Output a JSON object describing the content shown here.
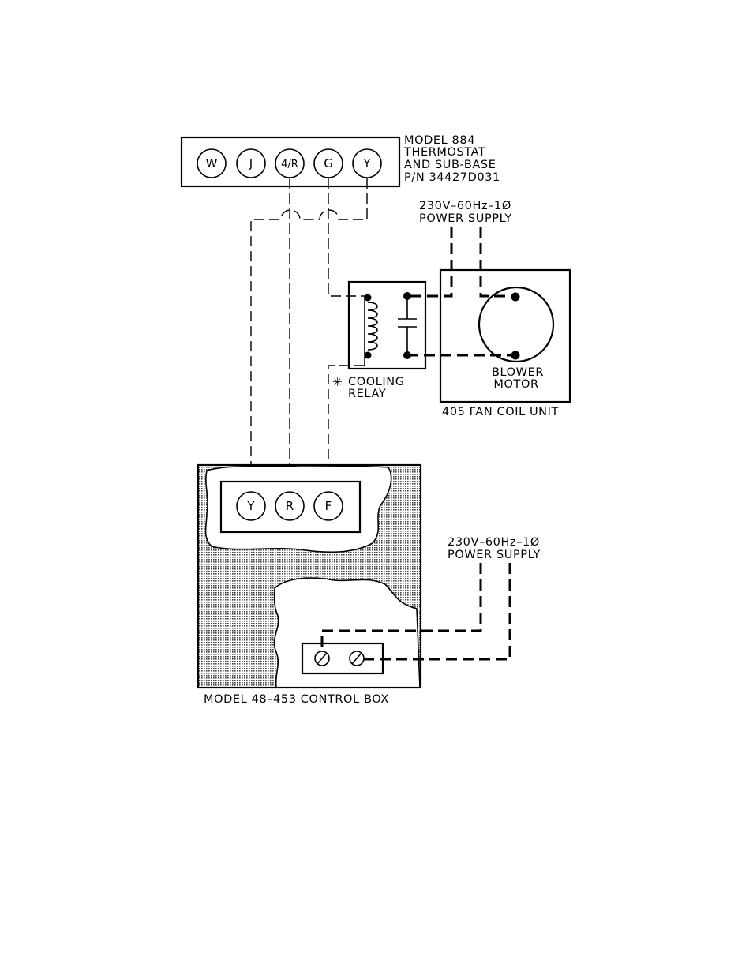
{
  "thermostat": {
    "label_lines": [
      "MODEL 884",
      "THERMOSTAT",
      "AND SUB-BASE",
      "P/N 34427D031"
    ],
    "terminals": [
      "W",
      "J",
      "4/R",
      "G",
      "Y"
    ]
  },
  "fan_coil": {
    "power_supply_lines": [
      "230V–60Hz–1Ø",
      "POWER SUPPLY"
    ],
    "motor_label_lines": [
      "BLOWER",
      "MOTOR"
    ],
    "unit_label": "405 FAN COIL UNIT"
  },
  "relay": {
    "label_lines": [
      "COOLING",
      "RELAY"
    ],
    "asterisk": "✳"
  },
  "control_box": {
    "terminals": [
      "Y",
      "R",
      "F"
    ],
    "power_supply_lines": [
      "230V–60Hz–1Ø",
      "POWER SUPPLY"
    ],
    "label": "MODEL 48–453 CONTROL BOX"
  },
  "icons": [
    "screw-terminal-icon",
    "relay-coil-icon",
    "capacitor-icon",
    "motor-icon"
  ]
}
